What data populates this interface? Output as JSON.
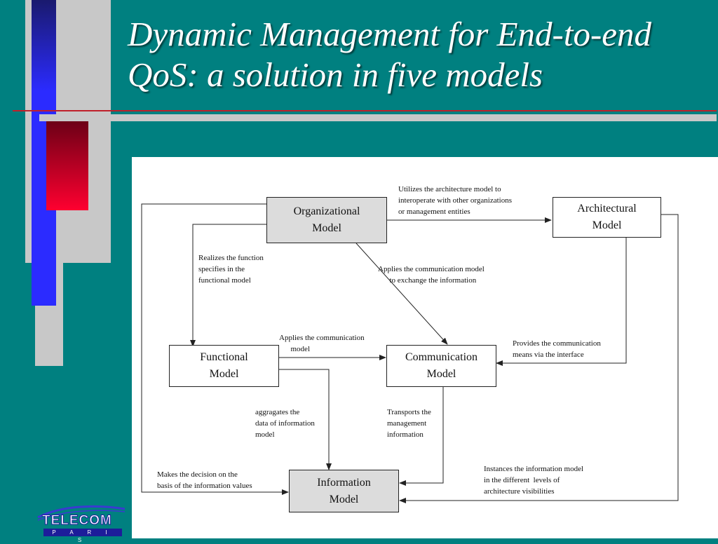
{
  "slide": {
    "title": "Dynamic Management for End-to-end QoS: a solution in five models"
  },
  "colors": {
    "background": "#008080",
    "title_text": "#ffffff",
    "box_organizational": "#dcdcdc",
    "box_information": "#dcdcdc",
    "deco_blue": "#2b2bff",
    "deco_red": "#e8002a",
    "deco_navy": "#15157a",
    "deco_grey": "#c8c8c8"
  },
  "diagram": {
    "boxes": {
      "organizational": "Organizational\nModel",
      "architectural": "Architectural\nModel",
      "functional": "Functional\nModel",
      "communication": "Communication\nModel",
      "information": "Information\nModel"
    },
    "labels": {
      "org_to_arch": "Utilizes the architecture model to\ninteroperate with other organizations\nor management entities",
      "org_to_func": "Realizes the function\nspecifies in the\nfunctional model",
      "org_to_comm": "Applies the communication model\n      to exchange the information",
      "func_to_comm": "Applies the communication\n      model",
      "arch_to_comm": "Provides the communication\nmeans via the interface",
      "func_to_info": "aggragates the\ndata of information\nmodel",
      "comm_to_info": "Transports the\nmanagement\ninformation",
      "left_to_info": "Makes the decision on the\nbasis of the information values",
      "arch_to_info": "Instances the information model\nin the different  levels of\narchitecture visibilities"
    }
  },
  "logo": {
    "name": "TELECOM",
    "sub": "P A R I S"
  }
}
